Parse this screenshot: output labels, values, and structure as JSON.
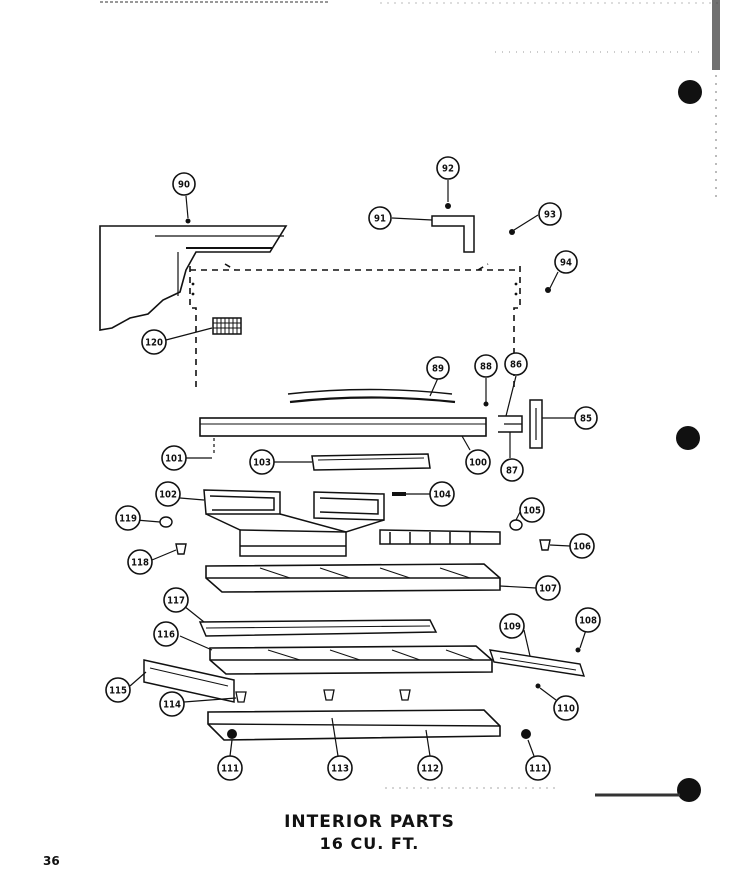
{
  "diagram": {
    "caption_line1": "INTERIOR PARTS",
    "caption_line2": "16 CU. FT.",
    "page_number": "36",
    "callouts": [
      "90",
      "92",
      "91",
      "93",
      "94",
      "120",
      "89",
      "88",
      "86",
      "85",
      "87",
      "101",
      "103",
      "100",
      "102",
      "104",
      "105",
      "119",
      "106",
      "118",
      "107",
      "117",
      "116",
      "109",
      "108",
      "115",
      "114",
      "110",
      "111",
      "113",
      "112",
      "111"
    ]
  }
}
